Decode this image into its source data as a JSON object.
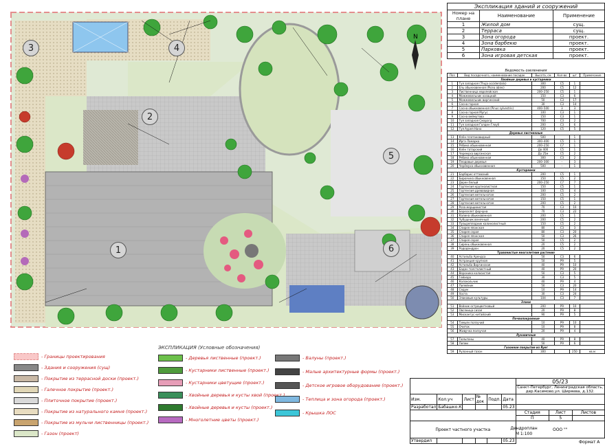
{
  "explication": {
    "title": "Экспликация зданий и сооружений",
    "headers": [
      "Номер на плане",
      "Наименование",
      "Применение"
    ],
    "rows": [
      [
        "1",
        "Жилой дом",
        "сущ."
      ],
      [
        "2",
        "Терраса",
        "сущ."
      ],
      [
        "3",
        "Зона огорода",
        "проект."
      ],
      [
        "4",
        "Зона барбекю",
        "проект."
      ],
      [
        "5",
        "Парковка",
        "проект."
      ],
      [
        "6",
        "Зона игровая детская",
        "проект."
      ]
    ]
  },
  "plants": {
    "title": "Ведомость озеленения",
    "headers": [
      "Поз",
      "Вид посадочного, наименование посадок",
      "Высота, см",
      "Кол-во",
      "шт",
      "Примечание"
    ],
    "sections": [
      {
        "name": "Хвойные деревья и кустарники",
        "rows": [
          [
            "1",
            "Туя западная (Thuja occidentalis)",
            "300",
            "C5",
            "1",
            ""
          ],
          [
            "2",
            "Ель обыкновенная (Picea abies)",
            "200",
            "C5",
            "12",
            ""
          ],
          [
            "3",
            "Лиственница европейская",
            "200–250",
            "C5",
            "1",
            ""
          ],
          [
            "4",
            "Можжевельник казацкий",
            "150",
            "C3",
            "6",
            ""
          ],
          [
            "5",
            "Можжевельник виргинский",
            "50",
            "C3",
            "17",
            ""
          ],
          [
            "6",
            "Сосна горная",
            "30",
            "C3",
            "14",
            ""
          ],
          [
            "7",
            "Сосна обыкновенная (Pinus sylvestris)",
            "400–500",
            "3",
            "3",
            ""
          ],
          [
            "8",
            "Сосна горная Мугус",
            "100",
            "C3",
            "1",
            ""
          ],
          [
            "9",
            "Сосна веймутова",
            "150",
            "C3",
            "1",
            ""
          ],
          [
            "10",
            "Туя западная Смарагд",
            "700",
            "C3",
            "2",
            ""
          ],
          [
            "11",
            "Туя западная Голден Глоуб",
            "200",
            "C3",
            "6",
            ""
          ],
          [
            "12",
            "Туя Аурея Нана",
            "120",
            "C5",
            "5",
            ""
          ]
        ]
      },
      {
        "name": "Деревья лиственные",
        "rows": [
          [
            "13",
            "Клён платановидный",
            "500",
            "",
            "1",
            ""
          ],
          [
            "14",
            "Ирга Ламарка",
            "300–400",
            "C5",
            "1",
            ""
          ],
          [
            "15",
            "Рябина обыкновенная",
            "200–250",
            "C7",
            "1",
            ""
          ],
          [
            "16",
            "Клён татарский",
            "До 400",
            "C5",
            "1",
            ""
          ],
          [
            "17",
            "Черемуха виргинская",
            "До 25м",
            "C5",
            "2",
            ""
          ],
          [
            "18",
            "Рябина обыкновенная",
            "300",
            "C3",
            "2",
            ""
          ],
          [
            "19",
            "Плодовые деревья",
            "200–300",
            "–",
            "3",
            ""
          ],
          [
            "20",
            "Черёмуха обыкновенная",
            "500",
            "–",
            "1",
            ""
          ]
        ]
      },
      {
        "name": "Кустарники",
        "rows": [
          [
            "21",
            "Барбарис оттавский",
            "200",
            "C5",
            "1",
            ""
          ],
          [
            "22",
            "Бирючина обыкновенная",
            "150",
            "C5",
            "2",
            ""
          ],
          [
            "23",
            "Дерен белый",
            "200–250",
            "C7",
            "7",
            ""
          ],
          [
            "24",
            "Гортензия крупнолистная",
            "150",
            "C5",
            "1",
            ""
          ],
          [
            "25",
            "Гортензия древовидная",
            "100",
            "C5",
            "4",
            ""
          ],
          [
            "26",
            "Гортензия метельчатая",
            "200",
            "C5",
            "2",
            ""
          ],
          [
            "27",
            "Гортензия метельчатая",
            "150",
            "C5",
            "1",
            ""
          ],
          [
            "28",
            "Гортензия метельчатая",
            "200",
            "C5",
            "2",
            ""
          ],
          [
            "29",
            "Роза морщинистая",
            "70",
            "C3",
            "10",
            ""
          ],
          [
            "30",
            "Бересклет форчуна",
            "70",
            "C3",
            "22",
            ""
          ],
          [
            "31",
            "Калина обыкновенная",
            "200",
            "C5",
            "1",
            ""
          ],
          [
            "32",
            "Чубушник венечный",
            "200",
            "C5",
            "2",
            ""
          ],
          [
            "33",
            "Пузыреплодник калинолистный",
            "150",
            "C5",
            "2",
            ""
          ],
          [
            "34",
            "Спирея японская",
            "80",
            "C3",
            "3",
            ""
          ],
          [
            "35",
            "Спирея серая",
            "80",
            "C3",
            "20",
            ""
          ],
          [
            "36",
            "Спирея японская",
            "50",
            "C3",
            "26",
            ""
          ],
          [
            "37",
            "Спирея серая",
            "50",
            "C5",
            "2",
            ""
          ],
          [
            "38",
            "Сирень обыкновенная",
            "20",
            "C5",
            "2",
            ""
          ],
          [
            "39",
            "Рододендрон",
            "20",
            "C5",
            "2",
            ""
          ]
        ]
      },
      {
        "name": "Травянистые многолетние растения",
        "rows": [
          [
            "40",
            "Астильба Арендса",
            "50",
            "C3",
            "6",
            ""
          ],
          [
            "41",
            "Астранция крупная",
            "50",
            "P9",
            "5",
            ""
          ],
          [
            "42",
            "Астильба Виргинская",
            "40",
            "P9",
            "10",
            ""
          ],
          [
            "43",
            "Бадан толстолистный",
            "40",
            "P9",
            "20",
            ""
          ],
          [
            "44",
            "Вероника колосистая",
            "50",
            "C3",
            "5",
            ""
          ],
          [
            "45",
            "Гейхера",
            "30",
            "C3",
            "5",
            ""
          ],
          [
            "46",
            "Колокольчик",
            "40",
            "P9",
            "4",
            ""
          ],
          [
            "47",
            "Лилейник",
            "50",
            "C3",
            "20",
            ""
          ],
          [
            "48",
            "Седум",
            "10",
            "P9",
            "14",
            ""
          ],
          [
            "49",
            "Хоста",
            "30",
            "C3",
            "24",
            ""
          ],
          [
            "50",
            "Злаковые культуры",
            "104",
            "C3",
            "7",
            ""
          ]
        ]
      },
      {
        "name": "Злаки",
        "rows": [
          [
            "51",
            "Вейник остроцветковый",
            "200",
            "P9",
            "10",
            ""
          ],
          [
            "52",
            "Овсяница сизая",
            "20",
            "P9",
            "8",
            ""
          ],
          [
            "53",
            "Мискантус китайский",
            "90",
            "P9",
            "5",
            ""
          ]
        ]
      },
      {
        "name": "Почвопокровные",
        "rows": [
          [
            "54",
            "Тимьян ползучий",
            "10",
            "P9",
            "10",
            ""
          ],
          [
            "55",
            "Очиток",
            "10",
            "P9",
            "8",
            ""
          ],
          [
            "56",
            "Живучка ползучая",
            "20",
            "P9",
            "4",
            ""
          ]
        ]
      },
      {
        "name": "Луковичные",
        "rows": [
          [
            "57",
            "Тюльпаны",
            "40",
            "P9",
            "8",
            ""
          ],
          [
            "58",
            "Лилии",
            "50",
            "P9",
            "6",
            ""
          ]
        ]
      },
      {
        "name": "Газонное покрытие из Ryeг",
        "rows": [
          [
            "59",
            "Рулонный газон",
            "300",
            "",
            "250",
            "кв.м"
          ]
        ]
      }
    ]
  },
  "legend": {
    "title": "ЭКСПЛИКАЦИЯ (Условные обозначения)",
    "left": [
      "- Границы проектирования",
      "- Здания и сооружения (сущ)",
      "- Покрытие из террасной доски (проект.)",
      "- Галечное покрытие (проект.)",
      "- Плиточное покрытие (проект.)",
      "- Покрытие из натурального камня (проект.)",
      "- Покрытие из мульчи лиственницы (проект.)",
      "- Газон (проект)"
    ],
    "middle": [
      "- Деревья лиственные (проект.)",
      "- Кустарники лиственные (проект.)",
      "- Кустарники цветущие (проект.)",
      "- Хвойные деревья и кусты хвой (проект.)",
      "- Хвойные деревья и кусты (проект.)",
      "- Многолетние цветы (проект.)"
    ],
    "right": [
      "- Валуны (проект.)",
      "- Малые архитектурные формы (проект.)",
      "- Детское игровое оборудование (проект.)",
      "- Теплица и зона огорода (проект.)",
      "- Крышка ЛОС"
    ]
  },
  "stamp": {
    "code": "05/23",
    "address": "Санкт-Петербург, Ленинградская область, дер.Касимово,ул. Ширяева, д.132.",
    "project": "Проект частного участка",
    "sheet_name": "Дендроплан",
    "scale": "М 1:100",
    "org": "ООО \"\"",
    "stage_h": "Стадия",
    "sheet_h": "Лист",
    "sheets_h": "Листов",
    "stage": "П",
    "sheet": "5",
    "format": "Формат А",
    "roles": [
      [
        "Изм.",
        "Кол.уч",
        "Лист",
        "№ док",
        "Подп.",
        "Дата"
      ],
      [
        "Разработал",
        "Бабашко.К",
        "",
        "",
        "",
        "05.23"
      ],
      [
        "Утвердил",
        "",
        "",
        "",
        "",
        "05.23"
      ]
    ]
  },
  "plan_numbers": [
    "1",
    "2",
    "3",
    "4",
    "5",
    "6"
  ],
  "compass": "N"
}
